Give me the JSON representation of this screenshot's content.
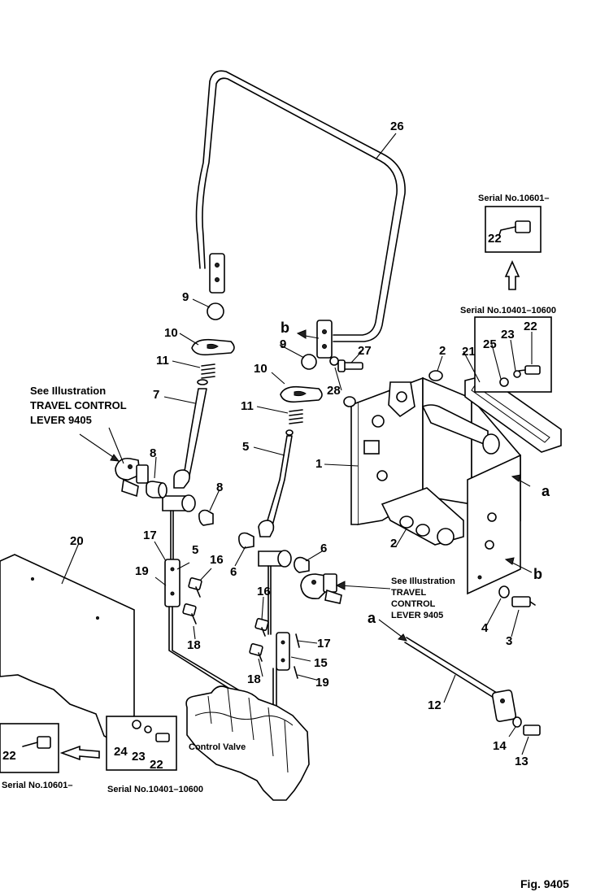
{
  "figure": {
    "caption": "Fig. 9405"
  },
  "callouts": {
    "c26": "26",
    "c9a": "9",
    "c9b": "9",
    "c10a": "10",
    "c10b": "10",
    "c11a": "11",
    "c11b": "11",
    "c7": "7",
    "c5a": "5",
    "c5b": "5",
    "c8a": "8",
    "c8b": "8",
    "c6a": "6",
    "c6b": "6",
    "c1": "1",
    "c2a": "2",
    "c2b": "2",
    "c27": "27",
    "c28": "28",
    "c21": "21",
    "c25": "25",
    "c23a": "23",
    "c22a": "22",
    "c22b": "22",
    "c17a": "17",
    "c17b": "17",
    "c16a": "16",
    "c16b": "16",
    "c19a": "19",
    "c19b": "19",
    "c18a": "18",
    "c18b": "18",
    "c15": "15",
    "c20": "20",
    "c4": "4",
    "c3": "3",
    "c12": "12",
    "c14": "14",
    "c13": "13",
    "c24": "24",
    "c23b": "23",
    "c22c": "22",
    "c22d": "22"
  },
  "refs": {
    "a_top": "a",
    "a_left": "a",
    "b_top": "b",
    "b_right": "b"
  },
  "notes": {
    "see_left": [
      "See Illustration",
      "TRAVEL CONTROL",
      "LEVER 9405"
    ],
    "see_right": [
      "See Illustration",
      "TRAVEL",
      "CONTROL",
      "LEVER 9405"
    ],
    "serial_top_right": "Serial No.10601–",
    "serial_mid_right": "Serial No.10401–10600",
    "serial_bottom_left": "Serial No.10601–",
    "serial_bottom_mid": "Serial No.10401–10600",
    "control_valve": "Control Valve"
  },
  "colors": {
    "ink": "#000000",
    "paper": "#ffffff"
  }
}
